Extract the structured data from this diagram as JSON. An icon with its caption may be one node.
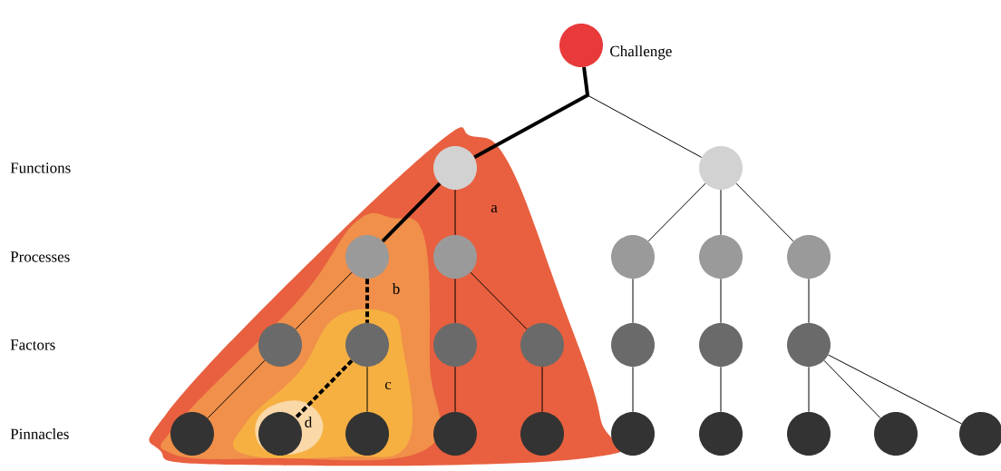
{
  "diagram": {
    "nodes": [
      {
        "text": [],
        "shape": "circle",
        "beside": [
          "Challenge"
        ]
      },
      {
        "text": [
          "a"
        ]
      },
      {
        "text": [
          "b"
        ],
        "in": 1
      },
      {
        "text": [
          "c"
        ],
        "in": 2
      },
      {
        "text": [
          "d"
        ],
        "in": 3
      },
      {
        "text": [],
        "shape": "circle",
        "in": 1
      },
      {
        "text": [],
        "shape": "circle"
      },
      {
        "text": [],
        "shape": "circle",
        "in": 2
      },
      {
        "text": [],
        "shape": "circle",
        "in": 1
      },
      {
        "text": [],
        "shape": "circle"
      },
      {
        "text": [],
        "shape": "circle"
      },
      {
        "text": [],
        "shape": "circle"
      },
      {
        "text": [],
        "shape": "circle",
        "in": 2
      },
      {
        "text": [],
        "shape": "circle",
        "in": 3
      },
      {
        "text": [],
        "shape": "circle",
        "in": 1
      },
      {
        "text": [],
        "shape": "circle",
        "in": 1
      },
      {
        "text": [],
        "shape": "circle"
      },
      {
        "text": [],
        "shape": "circle"
      },
      {
        "text": [],
        "shape": "circle"
      },
      {
        "text": [],
        "shape": "circle",
        "in": 2
      },
      {
        "text": [],
        "shape": "circle",
        "in": 4
      },
      {
        "text": [],
        "shape": "circle",
        "in": 3
      },
      {
        "text": [],
        "shape": "circle",
        "in": 1
      },
      {
        "text": [],
        "shape": "circle",
        "in": 1
      },
      {
        "text": [],
        "shape": "circle"
      },
      {
        "text": [],
        "shape": "circle"
      },
      {
        "text": [],
        "shape": "circle"
      },
      {
        "text": [],
        "shape": "circle"
      },
      {
        "text": [],
        "shape": "circle"
      }
    ],
    "edges": [
      {
        "from": 0,
        "to": 5,
        "arrow": "none",
        "style": "thick"
      },
      {
        "from": 0,
        "to": 6,
        "arrow": "none"
      },
      {
        "from": 5,
        "to": 7,
        "arrow": "none",
        "style": "thick"
      },
      {
        "from": 5,
        "to": 8,
        "arrow": "none"
      },
      {
        "from": 6,
        "to": 9,
        "arrow": "none"
      },
      {
        "from": 6,
        "to": 10,
        "arrow": "none"
      },
      {
        "from": 6,
        "to": 11,
        "arrow": "none"
      },
      {
        "from": 7,
        "to": 12,
        "arrow": "none"
      },
      {
        "from": 7,
        "to": 13,
        "arrow": "none",
        "style": "dashed"
      },
      {
        "from": 8,
        "to": 14,
        "arrow": "none"
      },
      {
        "from": 8,
        "to": 15,
        "arrow": "none"
      },
      {
        "from": 9,
        "to": 16,
        "arrow": "none"
      },
      {
        "from": 10,
        "to": 17,
        "arrow": "none"
      },
      {
        "from": 11,
        "to": 18,
        "arrow": "none"
      },
      {
        "from": 12,
        "to": 19,
        "arrow": "none"
      },
      {
        "from": 13,
        "to": 20,
        "arrow": "none",
        "style": "dashed"
      },
      {
        "from": 13,
        "to": 21,
        "arrow": "none"
      },
      {
        "from": 14,
        "to": 22,
        "arrow": "none"
      },
      {
        "from": 15,
        "to": 23,
        "arrow": "none"
      },
      {
        "from": 16,
        "to": 24,
        "arrow": "none"
      },
      {
        "from": 17,
        "to": 25,
        "arrow": "none"
      },
      {
        "from": 18,
        "to": 26,
        "arrow": "none"
      },
      {
        "from": 18,
        "to": 27,
        "arrow": "none"
      },
      {
        "from": 18,
        "to": 28,
        "arrow": "none"
      }
    ],
    "labels": [
      "Functions",
      "Processes",
      "Factors",
      "Pinnacles"
    ]
  }
}
